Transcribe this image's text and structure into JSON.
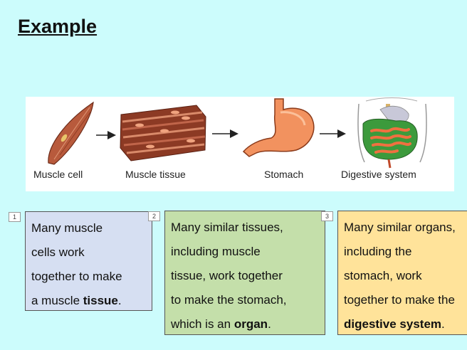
{
  "slide": {
    "title": "Example"
  },
  "figure": {
    "labels": {
      "muscle_cell": "Muscle cell",
      "muscle_tissue": "Muscle tissue",
      "stomach": "Stomach",
      "digestive_system": "Digestive system"
    }
  },
  "boxes": [
    {
      "number": "1",
      "lines": [
        "Many muscle",
        "cells work",
        "together to make"
      ],
      "last_prefix": "a muscle ",
      "bold": "tissue",
      "suffix": "."
    },
    {
      "number": "2",
      "lines": [
        "Many similar tissues,",
        "including muscle",
        "tissue, work together",
        "to make the stomach,"
      ],
      "last_prefix": "which is an ",
      "bold": "organ",
      "suffix": "."
    },
    {
      "number": "3",
      "lines": [
        "Many similar organs,",
        "including the",
        "stomach, work",
        "together to make the"
      ],
      "last_prefix": "",
      "bold": "digestive system",
      "suffix": "."
    }
  ]
}
